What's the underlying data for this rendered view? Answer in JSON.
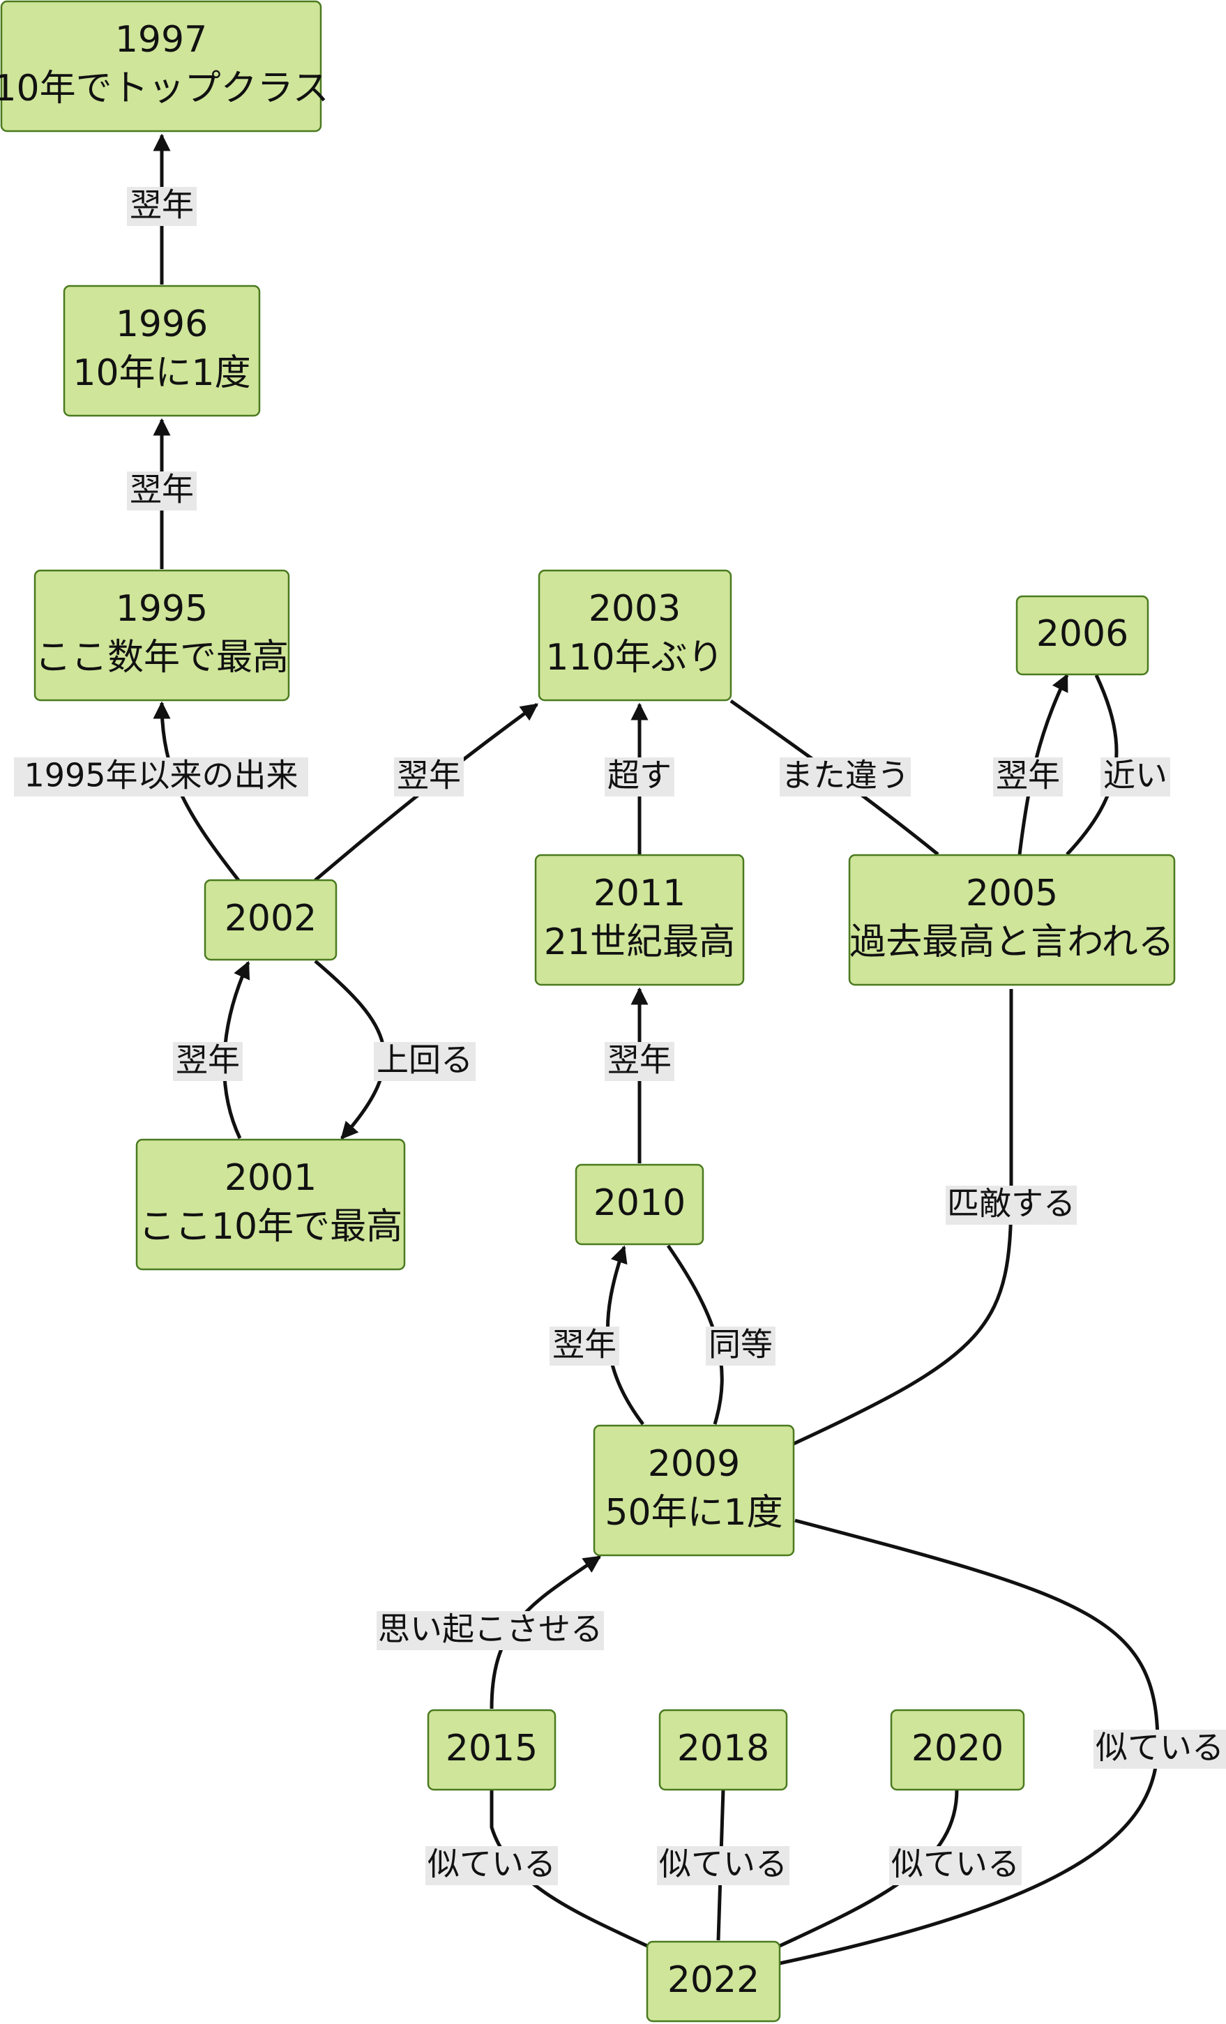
{
  "nodes": [
    {
      "id": "n1997",
      "year": "1997",
      "caption": "10年でトップクラス"
    },
    {
      "id": "n1996",
      "year": "1996",
      "caption": "10年に1度"
    },
    {
      "id": "n1995",
      "year": "1995",
      "caption": "ここ数年で最高"
    },
    {
      "id": "n2003",
      "year": "2003",
      "caption": "110年ぶり"
    },
    {
      "id": "n2006",
      "year": "2006",
      "caption": ""
    },
    {
      "id": "n2002",
      "year": "2002",
      "caption": ""
    },
    {
      "id": "n2011",
      "year": "2011",
      "caption": "21世紀最高"
    },
    {
      "id": "n2005",
      "year": "2005",
      "caption": "過去最高と言われる"
    },
    {
      "id": "n2001",
      "year": "2001",
      "caption": "ここ10年で最高"
    },
    {
      "id": "n2010",
      "year": "2010",
      "caption": ""
    },
    {
      "id": "n2009",
      "year": "2009",
      "caption": "50年に1度"
    },
    {
      "id": "n2015",
      "year": "2015",
      "caption": ""
    },
    {
      "id": "n2018",
      "year": "2018",
      "caption": ""
    },
    {
      "id": "n2020",
      "year": "2020",
      "caption": ""
    },
    {
      "id": "n2022",
      "year": "2022",
      "caption": ""
    }
  ],
  "edges": [
    {
      "id": "e1996_1997",
      "from": "1996",
      "to": "1997",
      "label": "翌年"
    },
    {
      "id": "e1995_1996",
      "from": "1995",
      "to": "1996",
      "label": "翌年"
    },
    {
      "id": "e2002_1995",
      "from": "2002",
      "to": "1995",
      "label": "1995年以来の出来"
    },
    {
      "id": "e2002_2003",
      "from": "2002",
      "to": "2003",
      "label": "翌年"
    },
    {
      "id": "e2011_2003",
      "from": "2011",
      "to": "2003",
      "label": "超す"
    },
    {
      "id": "e2005_2003",
      "from": "2005",
      "to": "2003",
      "label": "また違う"
    },
    {
      "id": "e2005_2006",
      "from": "2005",
      "to": "2006",
      "label": "翌年"
    },
    {
      "id": "e2006_2005",
      "from": "2006",
      "to": "2005",
      "label": "近い"
    },
    {
      "id": "e2001_2002",
      "from": "2001",
      "to": "2002",
      "label": "翌年"
    },
    {
      "id": "e2002_2001",
      "from": "2002",
      "to": "2001",
      "label": "上回る"
    },
    {
      "id": "e2010_2011",
      "from": "2010",
      "to": "2011",
      "label": "翌年"
    },
    {
      "id": "e2009_2005",
      "from": "2009",
      "to": "2005",
      "label": "匹敵する"
    },
    {
      "id": "e2009_2010",
      "from": "2009",
      "to": "2010",
      "label": "翌年"
    },
    {
      "id": "e2010_2009",
      "from": "2010",
      "to": "2009",
      "label": "同等"
    },
    {
      "id": "e2015_2009",
      "from": "2015",
      "to": "2009",
      "label": "思い起こさせる"
    },
    {
      "id": "e2022_2015",
      "from": "2022",
      "to": "2015",
      "label": "似ている"
    },
    {
      "id": "e2022_2018",
      "from": "2022",
      "to": "2018",
      "label": "似ている"
    },
    {
      "id": "e2022_2020",
      "from": "2022",
      "to": "2020",
      "label": "似ている"
    },
    {
      "id": "e2022_2009",
      "from": "2022",
      "to": "2009",
      "label": "似ている"
    }
  ]
}
